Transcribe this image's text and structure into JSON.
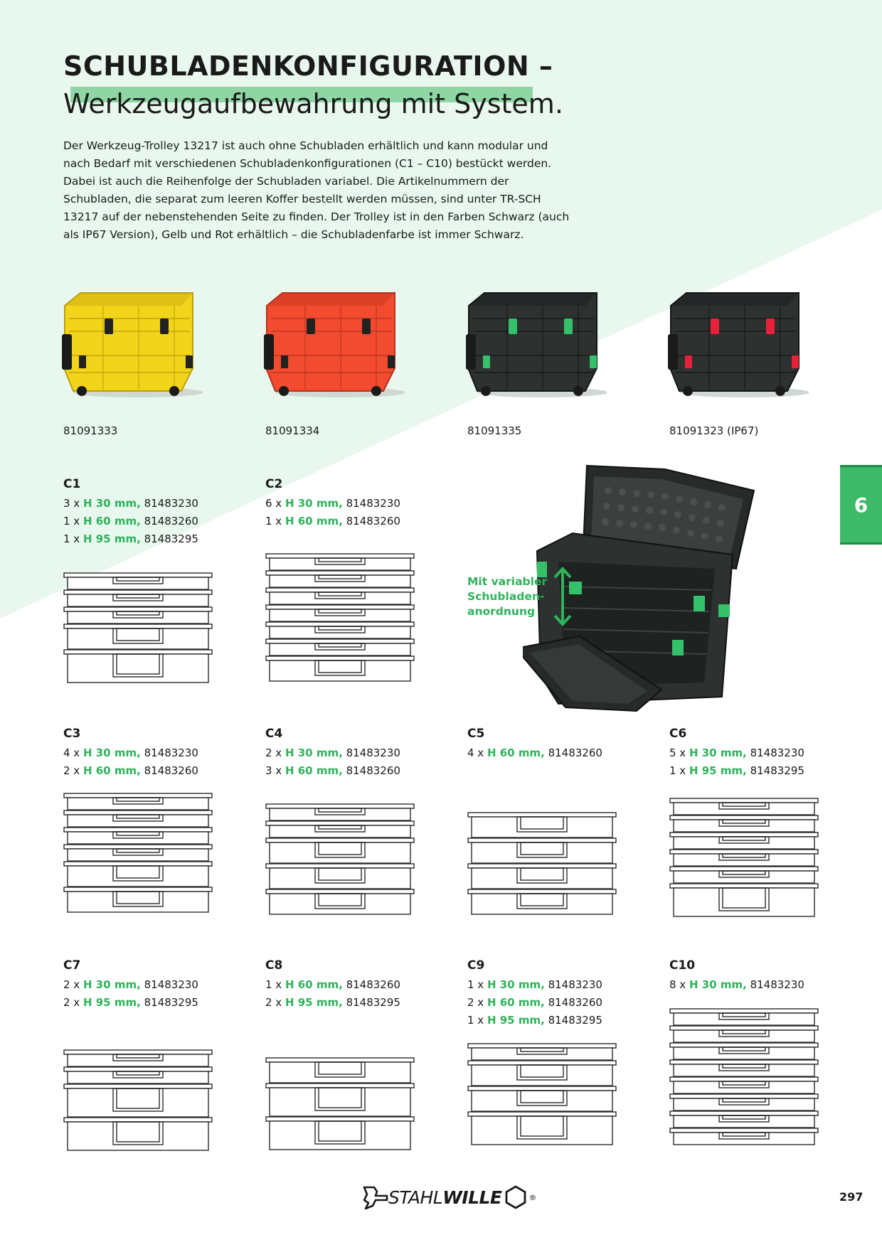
{
  "header": {
    "title_bold": "SCHUBLADENKONFIGURATION",
    "title_dash": " –",
    "subtitle": "Werkzeugaufbewahrung mit System."
  },
  "intro": "Der Werkzeug-Trolley 13217 ist auch ohne Schubladen erhältlich und kann modular und nach Bedarf mit verschiedenen Schubladenkonfigurationen (C1 – C10) bestückt werden. Dabei ist auch die Reihenfolge der Schubladen variabel. Die Artikelnummern der Schubladen, die separat zum leeren Koffer bestellt werden müssen, sind unter TR-SCH 13217 auf der nebenstehenden Seite zu finden. Der Trolley ist in den Farben Schwarz (auch als IP67 Version), Gelb und Rot erhältlich – die Schubladenfarbe ist immer Schwarz.",
  "colors": {
    "accent_green": "#2fb35b",
    "background_mint": "#e8f8ee",
    "tab_green": "#3dba67"
  },
  "trolleys": [
    {
      "article": "81091333",
      "body": "#f2d41a",
      "dark": "#b99f0c",
      "latch": "#222222"
    },
    {
      "article": "81091334",
      "body": "#f24b2f",
      "dark": "#b5321d",
      "latch": "#222222"
    },
    {
      "article": "81091335",
      "body": "#2d3130",
      "dark": "#141616",
      "latch": "#35c06a"
    },
    {
      "article": "81091323 (IP67)",
      "body": "#2d3130",
      "dark": "#141616",
      "latch": "#e8213a"
    }
  ],
  "configs": [
    {
      "name": "C1",
      "lines": [
        {
          "qty": "3 x ",
          "h": "H 30 mm,",
          "art": " 81483230"
        },
        {
          "qty": "1 x ",
          "h": "H 60 mm,",
          "art": " 81483260"
        },
        {
          "qty": "1 x ",
          "h": "H 95 mm,",
          "art": " 81483295"
        }
      ],
      "drawers": [
        30,
        30,
        30,
        60,
        95
      ]
    },
    {
      "name": "C2",
      "lines": [
        {
          "qty": "6 x ",
          "h": "H 30 mm,",
          "art": " 81483230"
        },
        {
          "qty": "1 x ",
          "h": "H 60 mm,",
          "art": " 81483260"
        }
      ],
      "drawers": [
        30,
        30,
        30,
        30,
        30,
        30,
        60
      ]
    },
    {
      "name": "C3",
      "lines": [
        {
          "qty": "4 x ",
          "h": "H 30 mm,",
          "art": " 81483230"
        },
        {
          "qty": "2 x ",
          "h": "H 60 mm,",
          "art": " 81483260"
        }
      ],
      "drawers": [
        30,
        30,
        30,
        30,
        60,
        60
      ]
    },
    {
      "name": "C4",
      "lines": [
        {
          "qty": "2 x ",
          "h": "H 30 mm,",
          "art": " 81483230"
        },
        {
          "qty": "3 x ",
          "h": "H 60 mm,",
          "art": " 81483260"
        }
      ],
      "drawers": [
        30,
        30,
        60,
        60,
        60
      ]
    },
    {
      "name": "C5",
      "lines": [
        {
          "qty": "4 x ",
          "h": "H 60 mm,",
          "art": " 81483260"
        }
      ],
      "drawers": [
        60,
        60,
        60,
        60
      ]
    },
    {
      "name": "C6",
      "lines": [
        {
          "qty": "5 x ",
          "h": "H 30 mm,",
          "art": " 81483230"
        },
        {
          "qty": "1 x ",
          "h": "H 95 mm,",
          "art": " 81483295"
        }
      ],
      "drawers": [
        30,
        30,
        30,
        30,
        30,
        95
      ]
    },
    {
      "name": "C7",
      "lines": [
        {
          "qty": "2 x ",
          "h": "H 30 mm,",
          "art": " 81483230"
        },
        {
          "qty": "2 x ",
          "h": "H 95 mm,",
          "art": " 81483295"
        }
      ],
      "drawers": [
        30,
        30,
        95,
        95
      ]
    },
    {
      "name": "C8",
      "lines": [
        {
          "qty": "1 x ",
          "h": "H 60 mm,",
          "art": " 81483260"
        },
        {
          "qty": "2 x ",
          "h": "H 95 mm,",
          "art": " 81483295"
        }
      ],
      "drawers": [
        60,
        95,
        95
      ]
    },
    {
      "name": "C9",
      "lines": [
        {
          "qty": "1 x ",
          "h": "H 30 mm,",
          "art": " 81483230"
        },
        {
          "qty": "2 x ",
          "h": "H 60 mm,",
          "art": " 81483260"
        },
        {
          "qty": "1 x ",
          "h": "H 95 mm,",
          "art": " 81483295"
        }
      ],
      "drawers": [
        30,
        60,
        60,
        95
      ]
    },
    {
      "name": "C10",
      "lines": [
        {
          "qty": "8 x ",
          "h": "H 30 mm,",
          "art": " 81483230"
        }
      ],
      "drawers": [
        30,
        30,
        30,
        30,
        30,
        30,
        30,
        30
      ]
    }
  ],
  "variable_note": "Mit variabler\nSchubladen-\nanordnung",
  "section_tab": "6",
  "page_number": "297",
  "logo": {
    "text_light": "STAHL",
    "text_bold": "WILLE",
    "reg": "®"
  }
}
